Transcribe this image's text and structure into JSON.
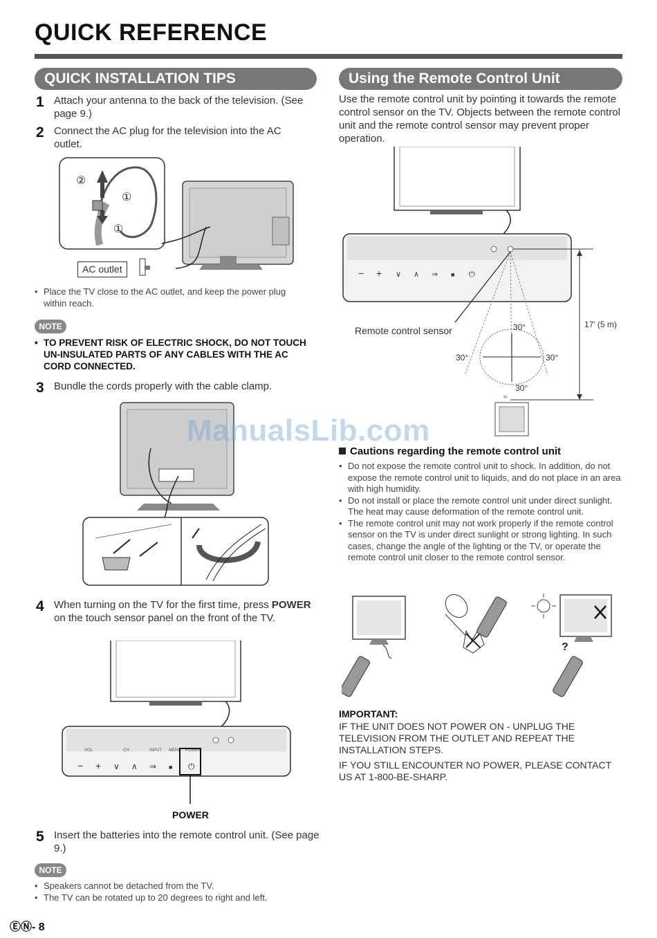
{
  "page": {
    "title": "QUICK REFERENCE",
    "footer": "ⒺⓃ- 8",
    "watermark": "ManualsLib.com"
  },
  "left": {
    "section_title": "QUICK INSTALLATION TIPS",
    "steps": [
      {
        "num": "1",
        "text": "Attach your antenna to the back of the television. (See page 9.)"
      },
      {
        "num": "2",
        "text": "Connect the AC plug for the television into the AC outlet."
      },
      {
        "num": "3",
        "text": "Bundle the cords properly with the cable clamp."
      },
      {
        "num": "4",
        "text_pre": "When turning on the TV for the first time, press ",
        "text_bold": "POWER",
        "text_post": " on the touch sensor panel on the front of the TV."
      },
      {
        "num": "5",
        "text": "Insert the batteries into the remote control unit. (See page 9.)"
      }
    ],
    "fig1": {
      "label_ac_outlet": "AC outlet",
      "marker_1": "①",
      "marker_2": "②"
    },
    "bullets_after_fig1": [
      "Place the TV close to the AC outlet, and keep the power plug within reach."
    ],
    "note_label": "NOTE",
    "warnings": [
      "TO PREVENT RISK OF ELECTRIC SHOCK, DO NOT TOUCH UN-INSULATED PARTS OF ANY CABLES WITH THE AC CORD CONNECTED."
    ],
    "panel": {
      "labels": [
        "VOL",
        "CH",
        "INPUT",
        "MENU",
        "POWER"
      ],
      "buttons": [
        "−",
        "+",
        "∨",
        "∧",
        "⇒",
        "■",
        "⏻"
      ]
    },
    "power_caption": "POWER",
    "final_notes": [
      "Speakers cannot be detached from the TV.",
      "The TV can be rotated up to 20 degrees to right and left."
    ]
  },
  "right": {
    "section_title": "Using the Remote Control Unit",
    "intro": "Use the remote control unit by pointing it towards the remote control sensor on the TV. Objects between the remote control unit and the remote control sensor may prevent proper operation.",
    "diagram": {
      "sensor_label": "Remote control sensor",
      "distance_label": "17′ (5 m)",
      "angle_top": "30°",
      "angle_left": "30°",
      "angle_right": "30°",
      "angle_bottom": "30°"
    },
    "cautions_title": "Cautions regarding the remote control unit",
    "cautions": [
      "Do not expose the remote control unit to shock. In addition, do not expose the remote control unit to liquids, and do not place in an area with high humidity.",
      "Do not install or place the remote control unit under direct sunlight. The heat may cause deformation of the remote control unit.",
      "The remote control unit may not work properly if the remote control sensor on the TV is under direct sunlight or strong lighting. In such cases, change the angle of the lighting or the TV, or operate the remote control unit closer to the remote control sensor."
    ],
    "important_title": "IMPORTANT:",
    "important_paragraphs": [
      "IF THE UNIT DOES NOT POWER ON - UNPLUG THE TELEVISION FROM THE OUTLET AND REPEAT THE INSTALLATION STEPS.",
      "IF YOU STILL ENCOUNTER NO POWER, PLEASE CONTACT US AT 1-800-BE-SHARP."
    ]
  }
}
